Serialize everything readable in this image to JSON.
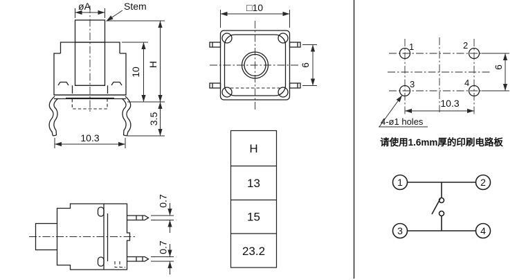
{
  "colors": {
    "line": "#1f1f1f",
    "background": "#ffffff"
  },
  "front_view": {
    "stem_diameter_label": "øA",
    "stem_callout": "Stem",
    "overall_height_label": "H",
    "body_height_label": "10",
    "lead_length_label": "3.5",
    "body_width_label": "10.3"
  },
  "top_view": {
    "square_size_label": "□10",
    "pin_row_pitch_label": "6"
  },
  "side_view": {
    "pin_width_top_label": "0.7",
    "pin_width_bottom_label": "0.7"
  },
  "pcb_view": {
    "hole_numbers": [
      "1",
      "2",
      "3",
      "4"
    ],
    "vertical_pitch_label": "6",
    "horizontal_pitch_label": "10.3",
    "holes_callout": "4-ø1 holes",
    "board_note": "请使用1.6mm厚的印刷电路板"
  },
  "schematic": {
    "pin_numbers": [
      "1",
      "2",
      "3",
      "4"
    ]
  },
  "height_table": {
    "header": "H",
    "rows": [
      "13",
      "15",
      "23.2"
    ]
  }
}
